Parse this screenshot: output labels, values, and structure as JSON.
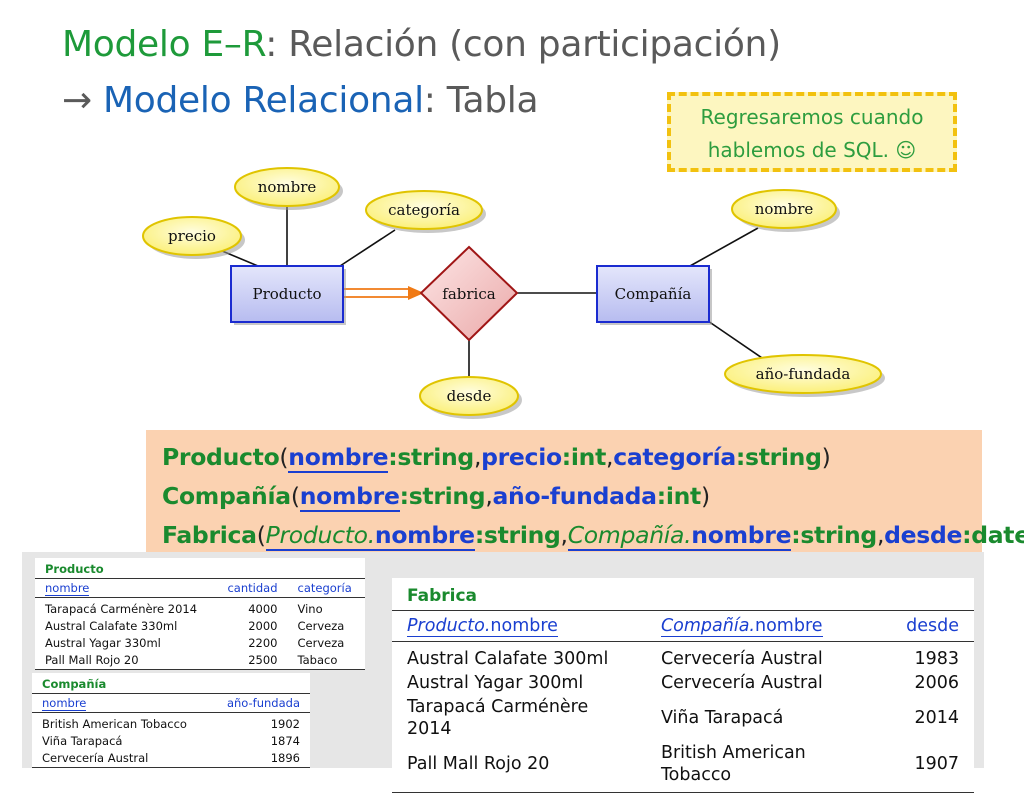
{
  "title": {
    "line1_part1": "Modelo E–R",
    "line1_part2": ": Relación (con participación)",
    "line2_arrow": "→ ",
    "line2_part1": "Modelo Relacional",
    "line2_part2": ": Tabla"
  },
  "note": {
    "line1": "Regresaremos cuando",
    "line2": "hablemos de SQL. ☺"
  },
  "diagram": {
    "entity_producto": "Producto",
    "entity_compania": "Compañía",
    "relationship": "fabrica",
    "attr_nombre_producto": "nombre",
    "attr_precio": "precio",
    "attr_categoria": "categoría",
    "attr_nombre_compania": "nombre",
    "attr_anio_fundada": "año-fundada",
    "attr_desde": "desde"
  },
  "relational": {
    "producto": {
      "name": "Producto",
      "open": "(",
      "a1": "nombre",
      "t1": ":string",
      "c1": ",",
      "a2": "precio",
      "t2": ":int",
      "c2": ",",
      "a3": "categoría",
      "t3": ":string",
      "close": ")"
    },
    "compania": {
      "name": "Compañía",
      "open": "(",
      "a1": "nombre",
      "t1": ":string",
      "c1": ",",
      "a2": "año-fundada",
      "t2": ":int",
      "close": ")"
    },
    "fabrica": {
      "name": "Fabrica",
      "open": "(",
      "a1_ref": "Producto.",
      "a1": "nombre",
      "t1": ":string",
      "c1": ",",
      "a2_ref": "Compañía.",
      "a2": "nombre",
      "t2": ":string",
      "c2": ",",
      "a3": "desde",
      "t3": ":date",
      "close": ")"
    }
  },
  "table_producto": {
    "caption": "Producto",
    "headers": [
      "nombre",
      "cantidad",
      "categoría"
    ],
    "rows": [
      [
        "Tarapacá Carménère 2014",
        "4000",
        "Vino"
      ],
      [
        "Austral Calafate 330ml",
        "2000",
        "Cerveza"
      ],
      [
        "Austral Yagar 330ml",
        "2200",
        "Cerveza"
      ],
      [
        "Pall Mall Rojo 20",
        "2500",
        "Tabaco"
      ]
    ]
  },
  "table_compania": {
    "caption": "Compañía",
    "headers": [
      "nombre",
      "año-fundada"
    ],
    "rows": [
      [
        "British American Tobacco",
        "1902"
      ],
      [
        "Viña Tarapacá",
        "1874"
      ],
      [
        "Cervecería Austral",
        "1896"
      ]
    ]
  },
  "table_fabrica": {
    "caption": "Fabrica",
    "header_ref1": "Producto.",
    "header_col1": "nombre",
    "header_ref2": "Compañía.",
    "header_col2": "nombre",
    "header_col3": "desde",
    "rows": [
      [
        "Austral Calafate 300ml",
        "Cervecería Austral",
        "1983"
      ],
      [
        "Austral Yagar 300ml",
        "Cervecería Austral",
        "2006"
      ],
      [
        "Tarapacá Carménère 2014",
        "Viña Tarapacá",
        "2014"
      ],
      [
        "Pall Mall Rojo 20",
        "British American Tobacco",
        "1907"
      ]
    ]
  },
  "colors": {
    "title_green": "#1e9a3a",
    "title_blue": "#1a63b5",
    "relation_bg": "#fbd2b1",
    "note_bg": "#fdf6c0",
    "note_border": "#f2c10f",
    "entity_fill": "#c9cdf5",
    "relationship_fill": "#f3c2c2",
    "attribute_fill": "#fdf7a8",
    "arrow_orange": "#f07a14"
  }
}
